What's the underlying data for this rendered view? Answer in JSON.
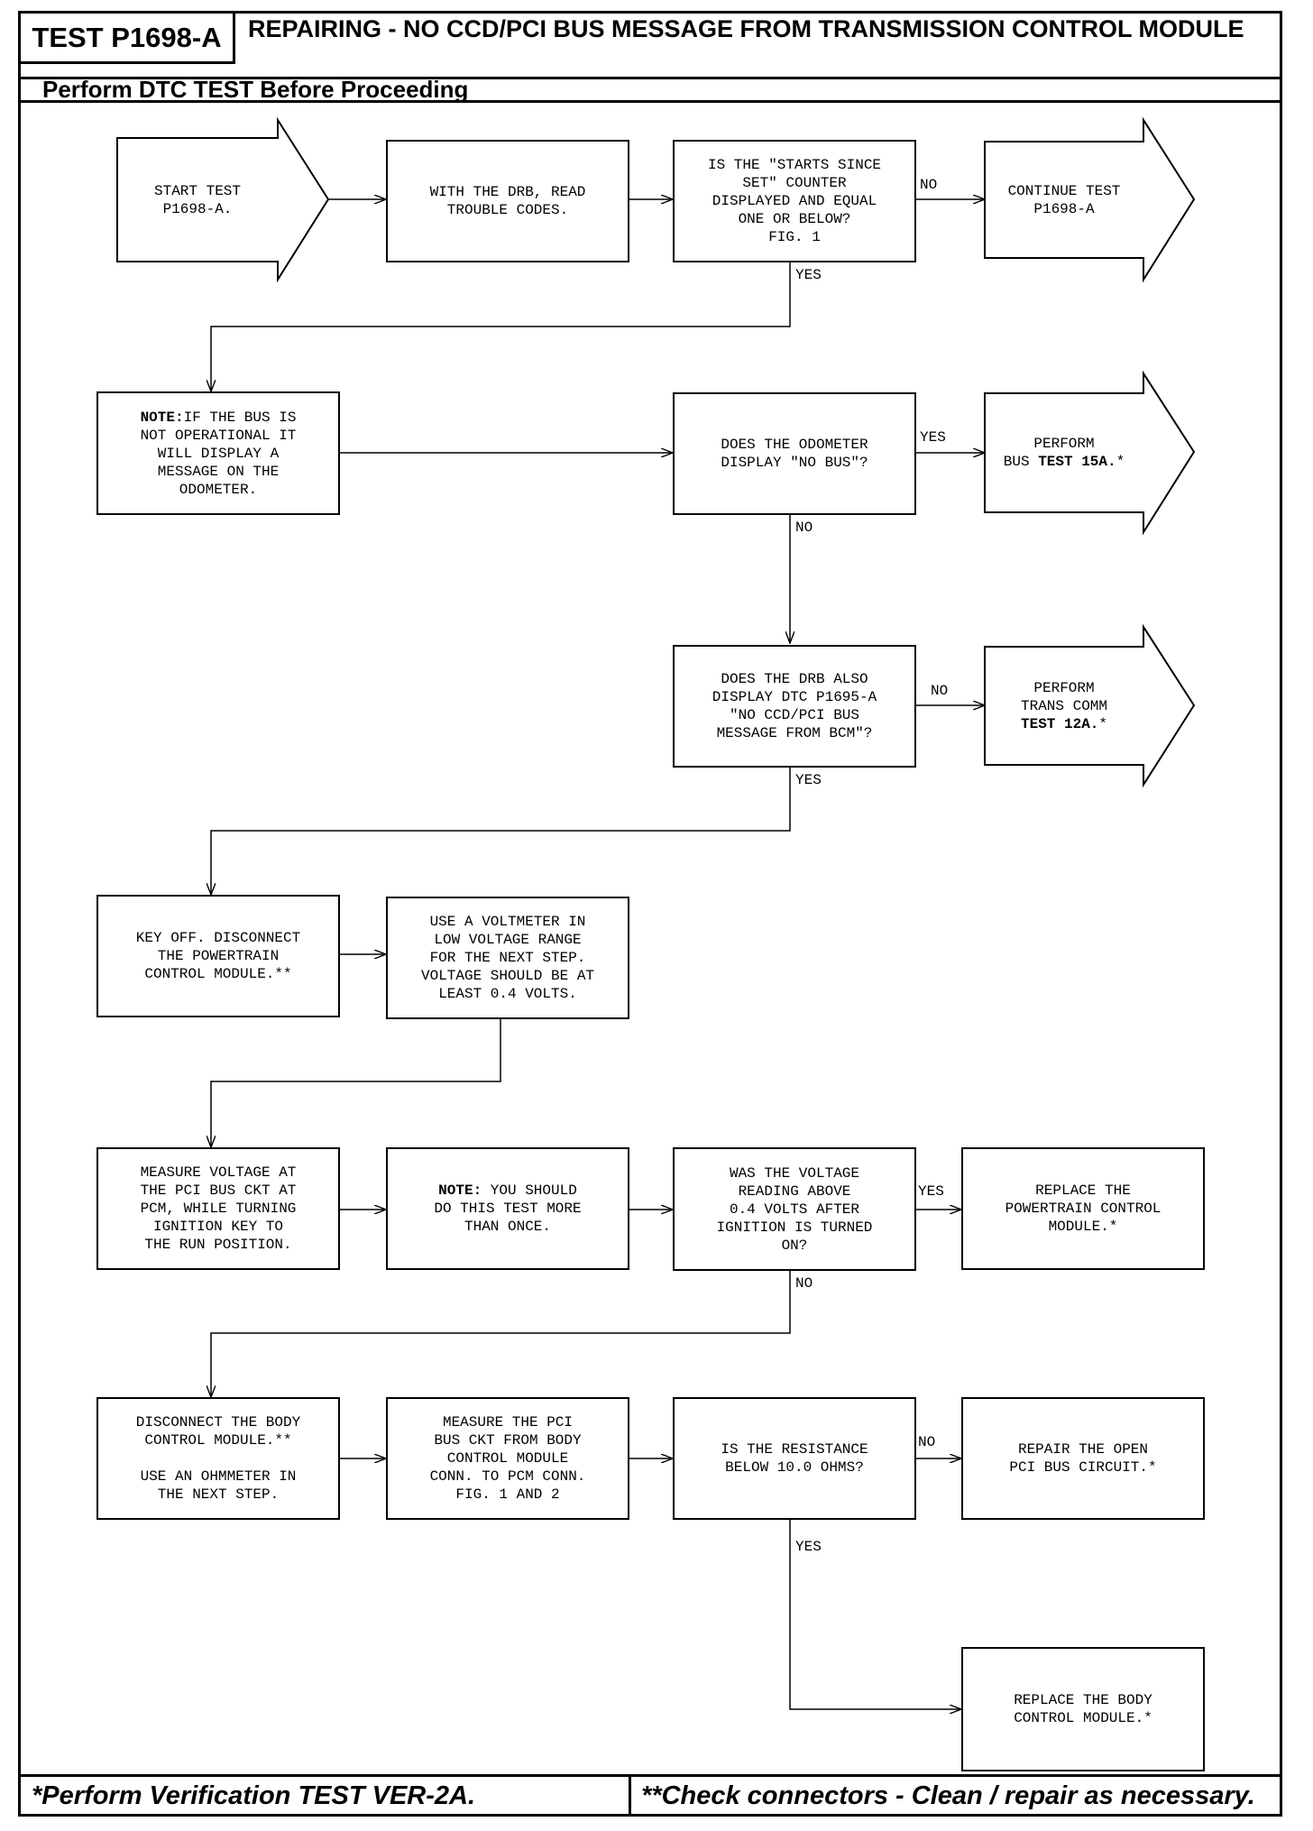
{
  "header": {
    "test_id": "TEST P1698-A",
    "title": "REPAIRING - NO CCD/PCI BUS MESSAGE FROM TRANSMISSION CONTROL MODULE",
    "subtitle": "Perform DTC TEST Before Proceeding"
  },
  "footer": {
    "left": "*Perform Verification TEST VER-2A.",
    "right": "**Check connectors - Clean / repair as necessary."
  },
  "nodes": {
    "start": "START TEST\nP1698-A.",
    "read_codes": "WITH THE DRB, READ\nTROUBLE CODES.",
    "q_starts": "IS THE \"STARTS SINCE\nSET\" COUNTER\nDISPLAYED AND EQUAL\nONE OR BELOW?\nFIG. 1",
    "continue": "CONTINUE TEST\nP1698-A",
    "note1_label": "NOTE:",
    "note1_text": "IF THE BUS IS\nNOT OPERATIONAL IT\nWILL DISPLAY A\nMESSAGE ON THE\nODOMETER.",
    "q_odometer": "DOES THE ODOMETER\nDISPLAY \"NO BUS\"?",
    "bus15_pre": "PERFORM\nBUS ",
    "bus15_bold": "TEST 15A.",
    "bus15_post": "*",
    "q_drb": "DOES THE DRB ALSO\nDISPLAY DTC P1695-A\n\"NO CCD/PCI BUS\nMESSAGE FROM BCM\"?",
    "trans_pre": "PERFORM\nTRANS COMM\n",
    "trans_bold": "TEST 12A.",
    "trans_post": "*",
    "key_off": "KEY OFF. DISCONNECT\nTHE POWERTRAIN\nCONTROL MODULE.**",
    "voltmeter": "USE A VOLTMETER IN\nLOW VOLTAGE RANGE\nFOR THE NEXT STEP.\nVOLTAGE SHOULD BE AT\nLEAST 0.4 VOLTS.",
    "measure_v": "MEASURE VOLTAGE AT\nTHE PCI BUS CKT AT\nPCM, WHILE TURNING\nIGNITION KEY TO\nTHE RUN POSITION.",
    "note2_label": "NOTE:",
    "note2_text": " YOU SHOULD\nDO THIS TEST MORE\nTHAN ONCE.",
    "q_voltage": "WAS THE VOLTAGE\nREADING ABOVE\n0.4 VOLTS AFTER\nIGNITION IS TURNED\nON?",
    "replace_pcm": "REPLACE THE\nPOWERTRAIN CONTROL\nMODULE.*",
    "disc_body": "DISCONNECT THE BODY\nCONTROL MODULE.**\n\nUSE AN OHMMETER IN\nTHE NEXT STEP.",
    "measure_pci": "MEASURE THE PCI\nBUS CKT FROM BODY\nCONTROL MODULE\nCONN. TO PCM CONN.\nFIG. 1 AND 2",
    "q_resist": "IS THE RESISTANCE\nBELOW 10.0 OHMS?",
    "repair_open": "REPAIR THE OPEN\nPCI BUS CIRCUIT.*",
    "replace_bcm": "REPLACE THE BODY\nCONTROL MODULE.*"
  },
  "labels": {
    "no1": "NO",
    "yes1": "YES",
    "yes2": "YES",
    "no2": "NO",
    "no3": "NO",
    "yes3": "YES",
    "yes4": "YES",
    "no4": "NO",
    "no5": "NO",
    "yes5": "YES"
  }
}
